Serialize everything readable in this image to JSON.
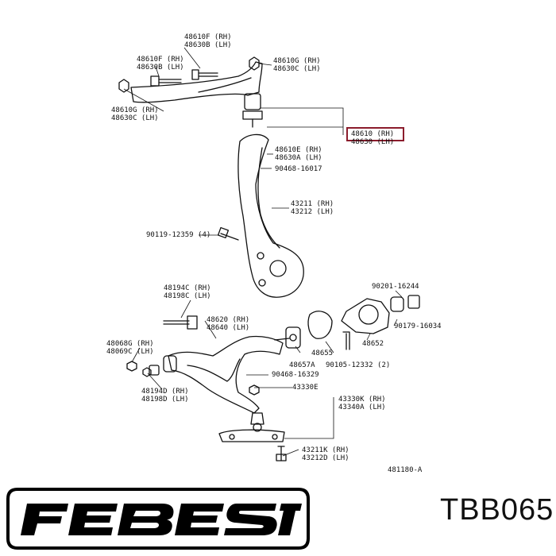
{
  "parts": {
    "upper_arm_bolt": [
      "48610F (RH)",
      "48630B (LH)"
    ],
    "upper_arm_bolt_left": [
      "48610F (RH)",
      "48630B (LH)"
    ],
    "upper_arm_nut": [
      "48610G (RH)",
      "48630C (LH)"
    ],
    "upper_arm_nut_left": [
      "48610G (RH)",
      "48630C (LH)"
    ],
    "upper_arm_main": [
      "48610 (RH)",
      "48630 (LH)"
    ],
    "upper_bushing": [
      "48610E (RH)",
      "48630A (LH)"
    ],
    "upper_cotter": "90468-16017",
    "knuckle": [
      "43211 (RH)",
      "43212 (LH)"
    ],
    "knuckle_bolt": "90119-12359 (4)",
    "lower_arm_bolt": [
      "48194C (RH)",
      "48198C (LH)"
    ],
    "lower_arm": [
      "48620 (RH)",
      "48640 (LH)"
    ],
    "front_bushing": "48655",
    "rear_bushing": "48652",
    "bushing_nut": "90201-16244",
    "bushing_washer": "90179-16034",
    "bushing_bolt_small": "90105-12332 (2)",
    "bracket": "48657A",
    "lower_nut": [
      "48068G (RH)",
      "48069C (LH)"
    ],
    "lower_stop": [
      "48194D (RH)",
      "48198D (LH)"
    ],
    "lower_cotter": "90468-16329",
    "ball_joint_nut": "43330E",
    "ball_joint": [
      "43330K (RH)",
      "43340A (LH)"
    ],
    "lower_plate": [
      "43211K (RH)",
      "43212D (LH)"
    ]
  },
  "diagram_ref": "481180-A",
  "brand": {
    "name": "FEBEST",
    "color": "#000000"
  },
  "product_code": "TBB065",
  "highlight_color": "#8b1c2c"
}
